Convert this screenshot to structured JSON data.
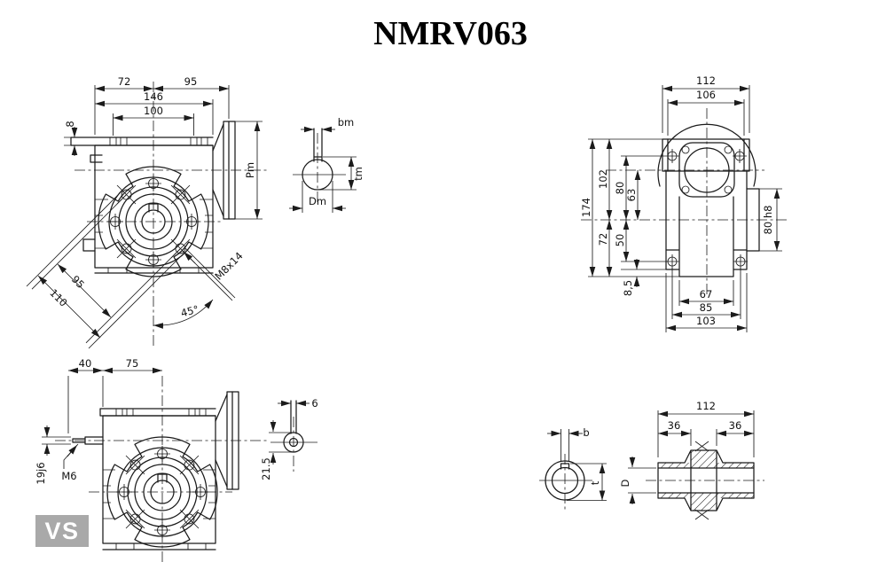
{
  "title": "NMRV063",
  "badge": "VS",
  "colors": {
    "line": "#1b1b1b",
    "background": "#ffffff",
    "badge_bg": "#a9a9a9",
    "badge_text": "#ffffff"
  },
  "views": {
    "front_top": {
      "dim_72": "72",
      "dim_95": "95",
      "dim_146": "146",
      "dim_100": "100",
      "dim_8": "8",
      "dim_pm": "Pm",
      "diag_95": "95",
      "diag_110": "110",
      "angle_45": "45°",
      "thread": "M8x14"
    },
    "motor_shaft": {
      "dim_bm": "bm",
      "dim_tm": "tm",
      "dim_dm": "Dm"
    },
    "side": {
      "dim_112": "112",
      "dim_106": "106",
      "dim_174": "174",
      "dim_102": "102",
      "dim_80": "80",
      "dim_63": "63",
      "dim_50": "50",
      "dim_72": "72",
      "dim_8_5": "8,5",
      "dim_67": "67",
      "dim_85": "85",
      "dim_103": "103",
      "dim_80h8": "80 h8"
    },
    "front_bottom": {
      "dim_40": "40",
      "dim_75": "75",
      "dim_19j6": "19j6",
      "thread": "M6"
    },
    "input_shaft": {
      "dim_6": "6",
      "dim_21_5": "21.5"
    },
    "output_shaft": {
      "dim_112": "112",
      "dim_36_left": "36",
      "dim_36_right": "36",
      "dim_b": "b",
      "dim_t": "t",
      "dim_d": "D"
    }
  }
}
